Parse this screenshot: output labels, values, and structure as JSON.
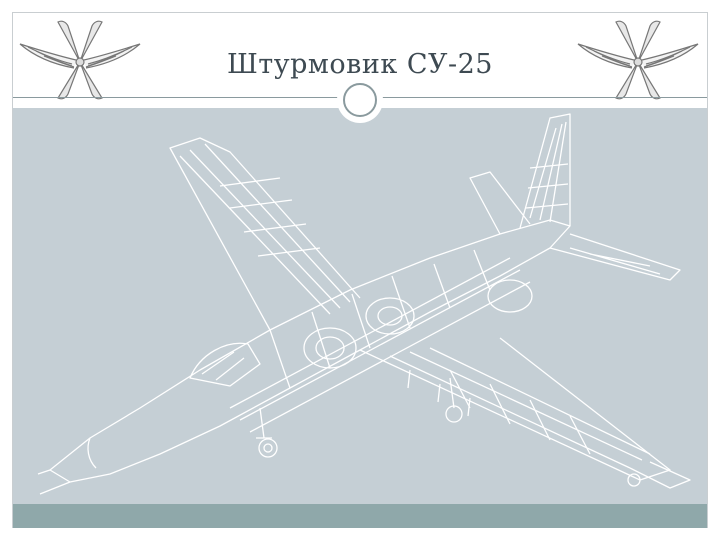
{
  "slide": {
    "title": "Штурмовик СУ-25"
  },
  "emblems": {
    "left": "air-force-wings-emblem",
    "right": "air-force-wings-emblem"
  },
  "illustration": {
    "subject": "su25-cutaway-drawing"
  },
  "colors": {
    "content_background": "#c5cfd5",
    "footer_bar": "#8fa8aa",
    "title_text": "#3e4a52",
    "line_art": "#ffffff"
  }
}
